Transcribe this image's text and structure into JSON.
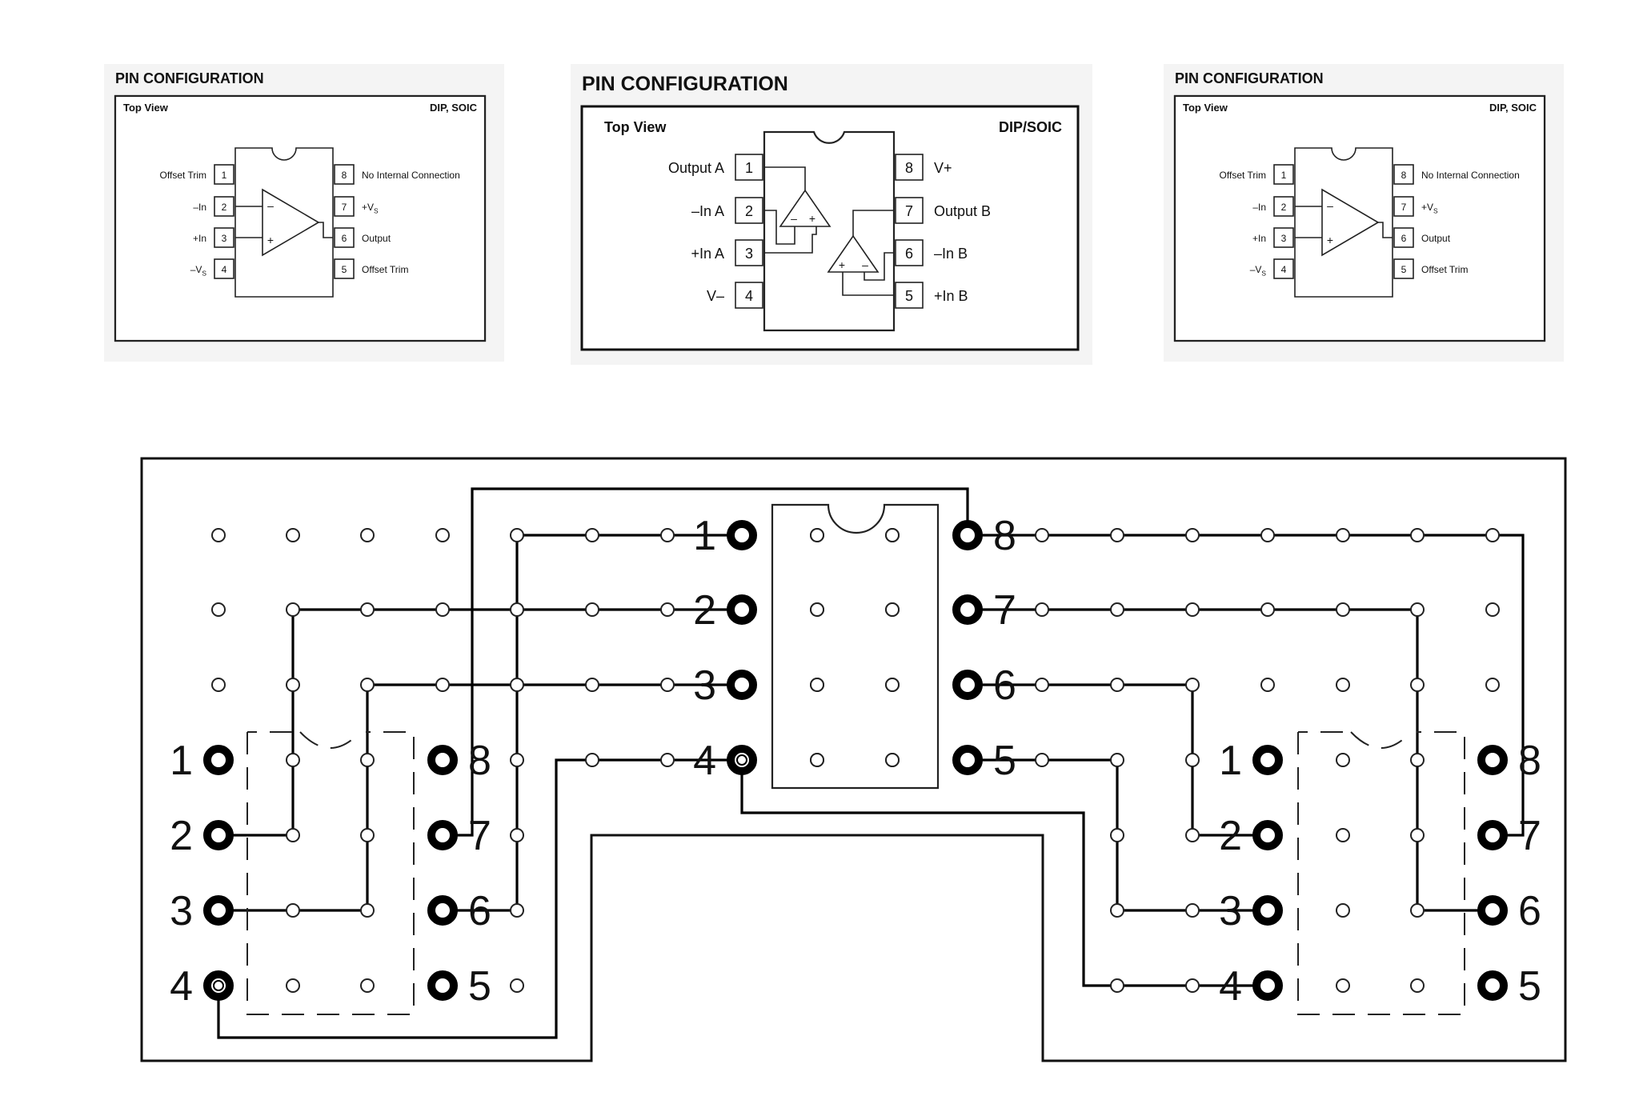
{
  "single_opamp_left": {
    "title": "PIN CONFIGURATION",
    "view": "Top View",
    "package": "DIP, SOIC",
    "pins_left": [
      {
        "num": "1",
        "name": "Offset Trim"
      },
      {
        "num": "2",
        "name": "–In"
      },
      {
        "num": "3",
        "name": "+In"
      },
      {
        "num": "4",
        "name": "–V",
        "sub": "S"
      }
    ],
    "pins_right": [
      {
        "num": "8",
        "name": "No Internal Connection"
      },
      {
        "num": "7",
        "name": "+V",
        "sub": "S"
      },
      {
        "num": "6",
        "name": "Output"
      },
      {
        "num": "5",
        "name": "Offset Trim"
      }
    ],
    "opamp_minus": "–",
    "opamp_plus": "+"
  },
  "dual_opamp": {
    "title": "PIN CONFIGURATION",
    "view": "Top View",
    "package": "DIP/SOIC",
    "pins_left": [
      {
        "num": "1",
        "name": "Output A"
      },
      {
        "num": "2",
        "name": "–In A"
      },
      {
        "num": "3",
        "name": "+In A"
      },
      {
        "num": "4",
        "name": "V–"
      }
    ],
    "pins_right": [
      {
        "num": "8",
        "name": "V+"
      },
      {
        "num": "7",
        "name": "Output B"
      },
      {
        "num": "6",
        "name": "–In B"
      },
      {
        "num": "5",
        "name": "+In B"
      }
    ],
    "opamp_a_signs": [
      "–",
      "+"
    ],
    "opamp_b_signs": [
      "+",
      "–"
    ]
  },
  "single_opamp_right": {
    "title": "PIN CONFIGURATION",
    "view": "Top View",
    "package": "DIP, SOIC",
    "pins_left": [
      {
        "num": "1",
        "name": "Offset Trim"
      },
      {
        "num": "2",
        "name": "–In"
      },
      {
        "num": "3",
        "name": "+In"
      },
      {
        "num": "4",
        "name": "–V",
        "sub": "S"
      }
    ],
    "pins_right": [
      {
        "num": "8",
        "name": "No Internal Connection"
      },
      {
        "num": "7",
        "name": "+V",
        "sub": "S"
      },
      {
        "num": "6",
        "name": "Output"
      },
      {
        "num": "5",
        "name": "Offset Trim"
      }
    ],
    "opamp_minus": "–",
    "opamp_plus": "+"
  },
  "adapter_board": {
    "center_socket_pins_left": [
      "1",
      "2",
      "3",
      "4"
    ],
    "center_socket_pins_right": [
      "8",
      "7",
      "6",
      "5"
    ],
    "left_socket_pins_left": [
      "1",
      "2",
      "3",
      "4"
    ],
    "left_socket_pins_right": [
      "8",
      "7",
      "6",
      "5"
    ],
    "right_socket_pins_left": [
      "1",
      "2",
      "3",
      "4"
    ],
    "right_socket_pins_right": [
      "8",
      "7",
      "6",
      "5"
    ]
  }
}
